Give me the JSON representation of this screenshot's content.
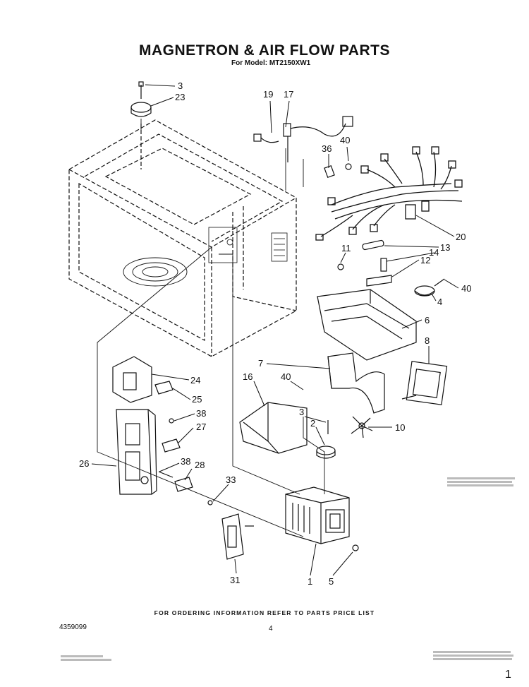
{
  "title": "MAGNETRON & AIR FLOW PARTS",
  "subtitle": "For Model: MT2150XW1",
  "footer": "FOR ORDERING INFORMATION REFER TO PARTS PRICE LIST",
  "document_number": "4359099",
  "page_number": "4",
  "corner_mark": "1",
  "callouts": {
    "c3a": "3",
    "c23": "23",
    "c19": "19",
    "c17": "17",
    "c36": "36",
    "c40a": "40",
    "c20": "20",
    "c11": "11",
    "c13": "13",
    "c14": "14",
    "c12": "12",
    "c40b": "40",
    "c4": "4",
    "c6": "6",
    "c8": "8",
    "c7": "7",
    "c16": "16",
    "c40c": "40",
    "c3b": "3",
    "c2": "2",
    "c10": "10",
    "c24": "24",
    "c25": "25",
    "c38a": "38",
    "c27": "27",
    "c26": "26",
    "c38b": "38",
    "c28": "28",
    "c33": "33",
    "c31": "31",
    "c1": "1",
    "c5": "5"
  }
}
